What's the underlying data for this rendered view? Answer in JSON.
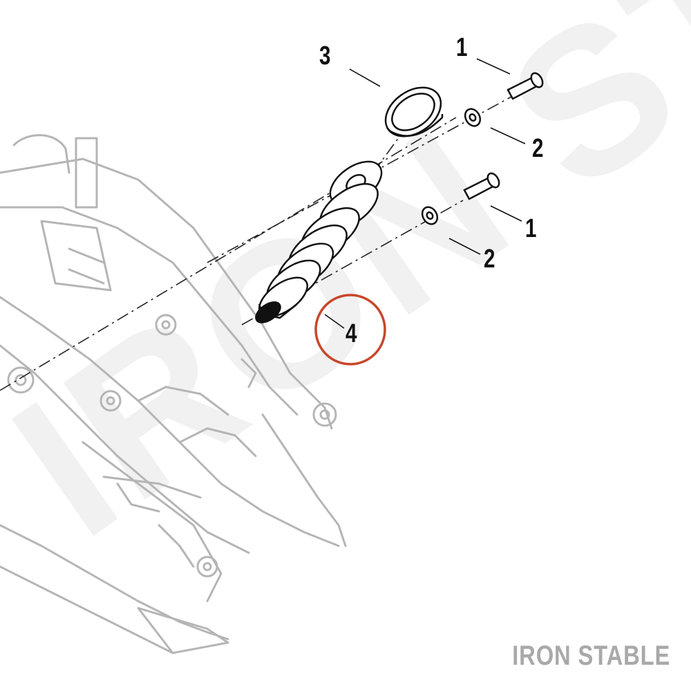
{
  "watermark_text": "IRON STABLE",
  "brand_text": "IRON STABLE",
  "highlight_color": "#c8462a",
  "callouts": [
    {
      "label": "1",
      "part": "mounting-bolt-upper"
    },
    {
      "label": "2",
      "part": "washer-upper"
    },
    {
      "label": "3",
      "part": "spring-preload-cap"
    },
    {
      "label": "1",
      "part": "mounting-bolt-lower"
    },
    {
      "label": "2",
      "part": "washer-lower"
    },
    {
      "label": "4",
      "part": "rear-shock-absorber",
      "highlighted": true
    }
  ]
}
